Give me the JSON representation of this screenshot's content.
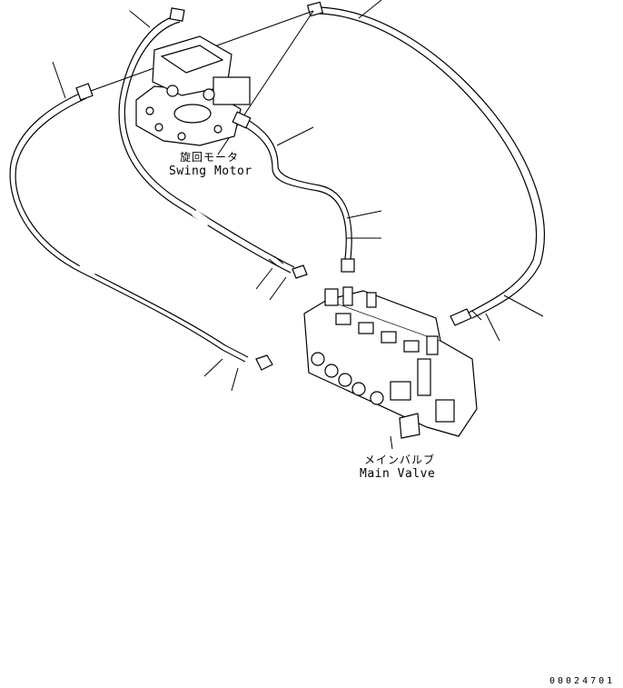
{
  "diagram": {
    "swing_motor": {
      "label_jp": "旋回モータ",
      "label_en": "Swing Motor"
    },
    "main_valve": {
      "label_jp": "メインバルブ",
      "label_en": "Main Valve"
    },
    "drawing_number": "00024701"
  }
}
